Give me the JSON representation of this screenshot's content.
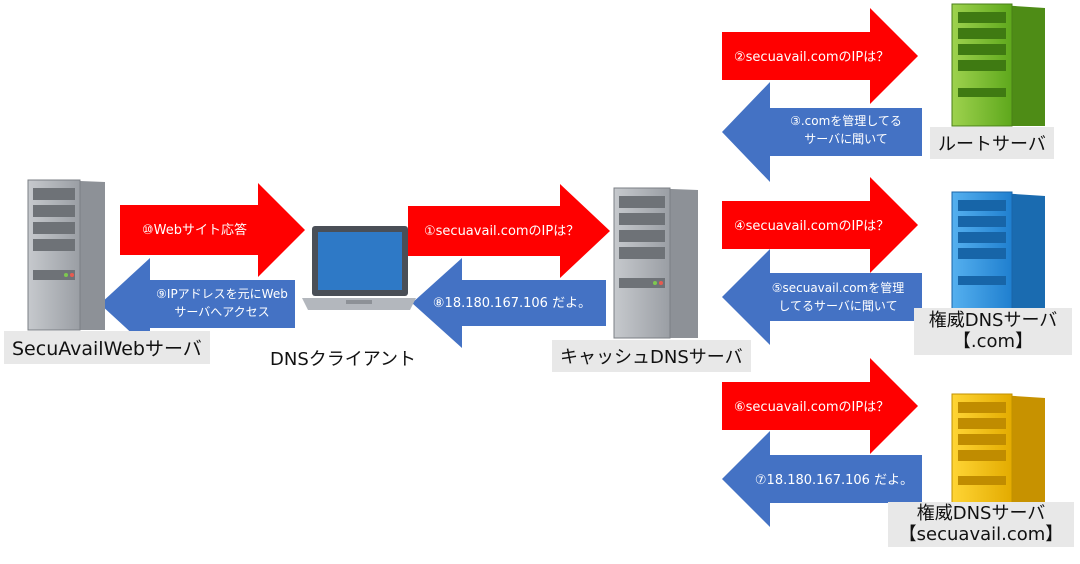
{
  "nodes": {
    "web_server": "SecuAvailWebサーバ",
    "dns_client": "DNSクライアント",
    "cache_dns": "キャッシュDNSサーバ",
    "root_server": "ルートサーバ",
    "auth_com": {
      "line1": "権威DNSサーバ",
      "line2": "【.com】"
    },
    "auth_secuavail": {
      "line1": "権威DNSサーバ",
      "line2": "【secuavail.com】"
    }
  },
  "arrows": {
    "a1": "①secuavail.comのIPは？",
    "a2": "②secuavail.comのIPは？",
    "a3": {
      "line1": "③.comを管理してる",
      "line2": "サーバに聞いて"
    },
    "a4": "④secuavail.comのIPは？",
    "a5": {
      "line1": "⑤secuavail.comを管理",
      "line2": "してるサーバに聞いて"
    },
    "a6": "⑥secuavail.comのIPは？",
    "a7": "⑦18.180.167.106 だよ。",
    "a8": "⑧18.180.167.106 だよ。",
    "a9": {
      "line1": "⑨IPアドレスを元にWeb",
      "line2": "サーバへアクセス"
    },
    "a10": "⑩Webサイト応答"
  },
  "colors": {
    "request_arrow": "#ff0000",
    "response_arrow": "#4472c4",
    "label_bg": "#e8e8e8",
    "root_server": "#7cc22e",
    "auth_com_server": "#2f95e0",
    "auth_secuavail_server": "#f5c000",
    "grey_server": "#a8acb2"
  }
}
